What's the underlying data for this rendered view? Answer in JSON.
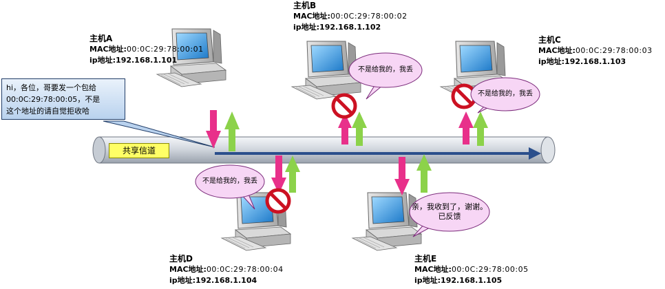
{
  "hosts": [
    {
      "id": "A",
      "name": "主机A",
      "mac_label": "MAC地址:",
      "mac": "00:0C:29:78:00:01",
      "ip_label": "ip地址:",
      "ip": "192.168.1.101"
    },
    {
      "id": "B",
      "name": "主机B",
      "mac_label": "MAC地址:",
      "mac": "00:0C:29:78:00:02",
      "ip_label": "ip地址:",
      "ip": "192.168.1.102"
    },
    {
      "id": "C",
      "name": "主机C",
      "mac_label": "MAC地址:",
      "mac": "00:0C:29:78:00:03",
      "ip_label": "ip地址:",
      "ip": "192.168.1.103"
    },
    {
      "id": "D",
      "name": "主机D",
      "mac_label": "MAC地址:",
      "mac": "00:0C:29:78:00:04",
      "ip_label": "ip地址:",
      "ip": "192.168.1.104"
    },
    {
      "id": "E",
      "name": "主机E",
      "mac_label": "MAC地址:",
      "mac": "00:0C:29:78:00:05",
      "ip_label": "ip地址:",
      "ip": "192.168.1.105"
    }
  ],
  "callout": {
    "line1": "hi，各位，哥要发一个包给",
    "line2": "00:0C:29:78:00:05，不是",
    "line3": "这个地址的请自觉拒收哈"
  },
  "channel_label": "共享信道",
  "bubbles": {
    "b": "不是给我的，我丢",
    "c": "不是给我的，我丢",
    "d": "不是给我的，我丢",
    "e_line1": "亲，我收到了，谢谢。",
    "e_line2": "已反馈"
  },
  "colors": {
    "pipe": "#c9cfd8",
    "flow_arrow": "#2b4f8c",
    "down_arrow": "#e8308a",
    "up_arrow": "#8cd24a",
    "no_sign": "#cc1122",
    "bubble": "#f7d6f5",
    "callout": "#b9d2ee",
    "channel_label": "#ffff66"
  },
  "icons": [
    "computer-icon",
    "no-entry-icon",
    "speech-bubble"
  ]
}
